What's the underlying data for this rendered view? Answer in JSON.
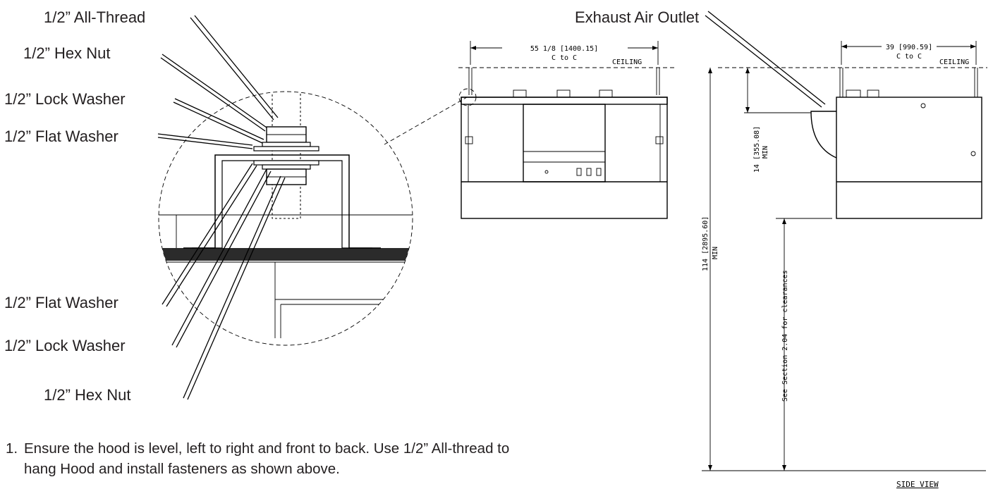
{
  "callouts": {
    "all_thread": "1/2” All-Thread",
    "hex_nut_top": "1/2” Hex Nut",
    "lock_washer_top": "1/2” Lock Washer",
    "flat_washer_top": "1/2” Flat Washer",
    "flat_washer_bottom": "1/2” Flat Washer",
    "lock_washer_bottom": "1/2” Lock Washer",
    "hex_nut_bottom": "1/2” Hex Nut",
    "exhaust_air_outlet": "Exhaust Air Outlet"
  },
  "front_view": {
    "width_dim": "55 1/8 [1400.15]",
    "width_sub": "C to C",
    "ceiling": "CEILING"
  },
  "side_view": {
    "width_dim": "39 [990.59]",
    "width_sub": "C to C",
    "ceiling": "CEILING",
    "min_dim": "14 [355.08]",
    "min_label": "MIN",
    "height_dim": "114 [2895.60]",
    "height_label": "MIN",
    "clearance_note": "See Section 2.04 for clearances",
    "title": "SIDE VIEW"
  },
  "instructions": {
    "number": "1.",
    "line1": "Ensure the hood is level, left to right and front to back.  Use 1/2” All-thread to",
    "line2": "hang Hood and install fasteners as shown above."
  }
}
